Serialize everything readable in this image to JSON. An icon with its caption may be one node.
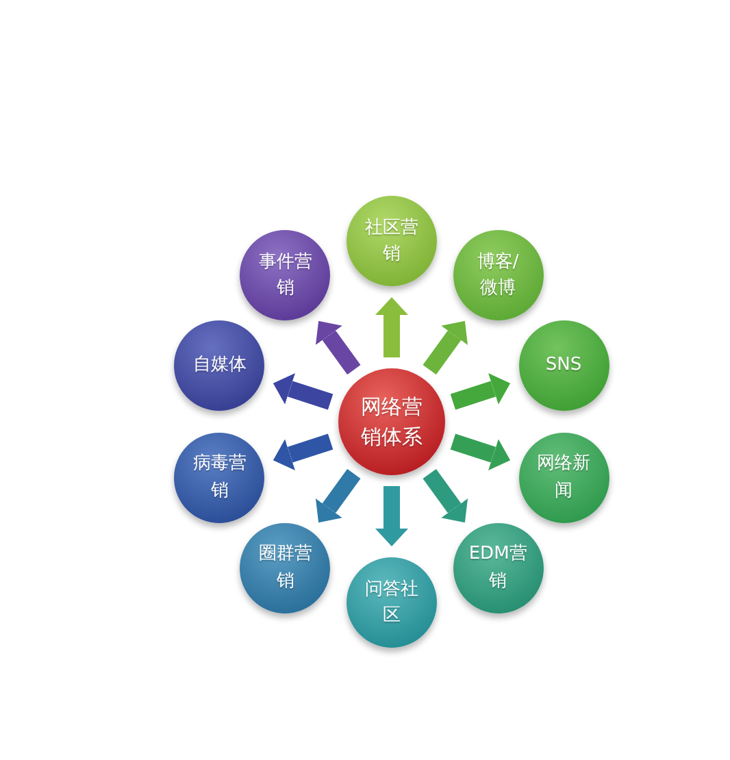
{
  "diagram": {
    "nodes": [
      {
        "text": [
          "网络营销体系"
        ]
      },
      {
        "text": [
          "社区营销"
        ]
      },
      {
        "text": [
          "博客/微博"
        ]
      },
      {
        "text": [
          "SNS"
        ]
      },
      {
        "text": [
          "网络新闻"
        ]
      },
      {
        "text": [
          "EDM营销"
        ]
      },
      {
        "text": [
          "问答社区"
        ]
      },
      {
        "text": [
          "圈群营销"
        ]
      },
      {
        "text": [
          "病毒营销"
        ]
      },
      {
        "text": [
          "自媒体"
        ]
      },
      {
        "text": [
          "事件营销"
        ]
      }
    ],
    "edges": [
      {
        "from": 0,
        "to": 1,
        "arrow": "to",
        "color": "#8bbd3c"
      },
      {
        "from": 0,
        "to": 2,
        "arrow": "to",
        "color": "#6cb43c"
      },
      {
        "from": 0,
        "to": 3,
        "arrow": "to",
        "color": "#45a83c"
      },
      {
        "from": 0,
        "to": 4,
        "arrow": "to",
        "color": "#35a055"
      },
      {
        "from": 0,
        "to": 5,
        "arrow": "to",
        "color": "#2e9a80"
      },
      {
        "from": 0,
        "to": 6,
        "arrow": "to",
        "color": "#2f9aa0"
      },
      {
        "from": 0,
        "to": 7,
        "arrow": "to",
        "color": "#2f7aa6"
      },
      {
        "from": 0,
        "to": 8,
        "arrow": "to",
        "color": "#2f55a6"
      },
      {
        "from": 0,
        "to": 9,
        "arrow": "to",
        "color": "#3c45a0"
      },
      {
        "from": 0,
        "to": 10,
        "arrow": "to",
        "color": "#6a46a4"
      }
    ]
  }
}
